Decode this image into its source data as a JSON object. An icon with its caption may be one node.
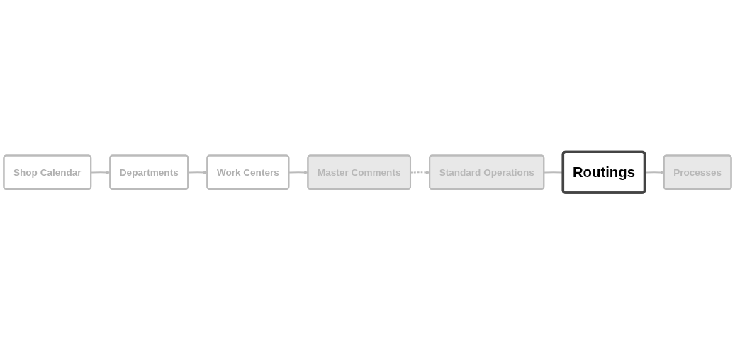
{
  "diagram": {
    "nodes": [
      {
        "text": [
          "Shop Calendar"
        ]
      },
      {
        "text": [
          "Departments"
        ]
      },
      {
        "text": [
          "Work Centers"
        ]
      },
      {
        "text": [
          "Master Comments"
        ]
      },
      {
        "text": [
          "Standard Operations"
        ]
      },
      {
        "text": [
          "Routings"
        ]
      },
      {
        "text": [
          "Processes"
        ]
      }
    ],
    "edges": [
      {
        "from": 0,
        "to": 1,
        "arrow": "to"
      },
      {
        "from": 1,
        "to": 2,
        "arrow": "to"
      },
      {
        "from": 2,
        "to": 3,
        "arrow": "to"
      },
      {
        "from": 3,
        "to": 4,
        "arrow": "to",
        "style": "dashed"
      },
      {
        "from": 4,
        "to": 5,
        "arrow": "none"
      },
      {
        "from": 5,
        "to": 6,
        "arrow": "to"
      }
    ]
  }
}
